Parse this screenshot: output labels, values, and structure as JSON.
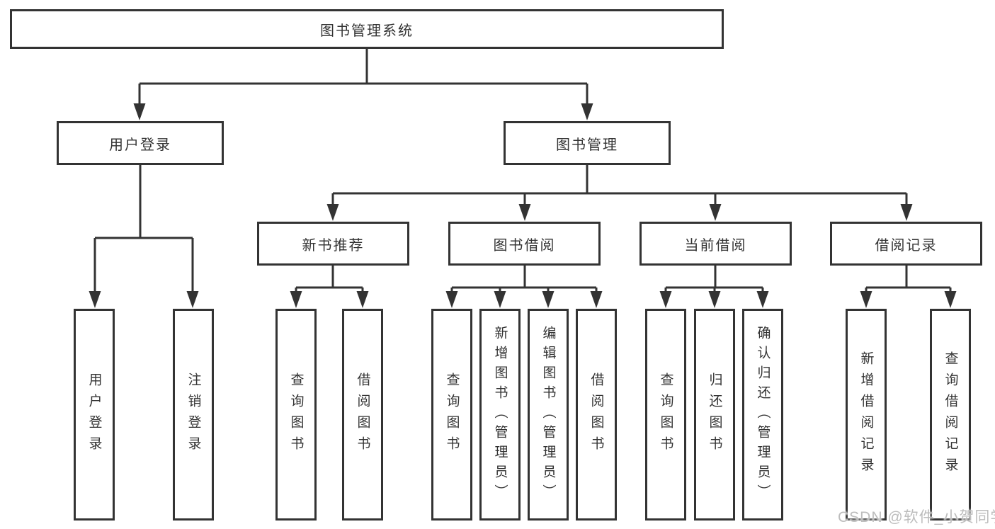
{
  "diagram_title": "图书管理系统",
  "tree": {
    "root": {
      "label": "图书管理系统"
    },
    "branches": [
      {
        "label": "用户登录",
        "leaves": [
          {
            "label": "用户登录"
          },
          {
            "label": "注销登录"
          }
        ]
      },
      {
        "label": "图书管理",
        "groups": [
          {
            "label": "新书推荐",
            "leaves": [
              {
                "label": "查询图书"
              },
              {
                "label": "借阅图书"
              }
            ]
          },
          {
            "label": "图书借阅",
            "leaves": [
              {
                "label": "查询图书"
              },
              {
                "label": "新增图书（管理员）"
              },
              {
                "label": "编辑图书（管理员）"
              },
              {
                "label": "借阅图书"
              }
            ]
          },
          {
            "label": "当前借阅",
            "leaves": [
              {
                "label": "查询图书"
              },
              {
                "label": "归还图书"
              },
              {
                "label": "确认归还（管理员）"
              }
            ]
          },
          {
            "label": "借阅记录",
            "leaves": [
              {
                "label": "新增借阅记录"
              },
              {
                "label": "查询借阅记录"
              }
            ]
          }
        ]
      }
    ]
  },
  "watermark": "CSDN @软件_小贺同学",
  "colors": {
    "line": "#333333",
    "text": "#333333",
    "watermark": "#bdbdbd",
    "background": "#ffffff"
  }
}
